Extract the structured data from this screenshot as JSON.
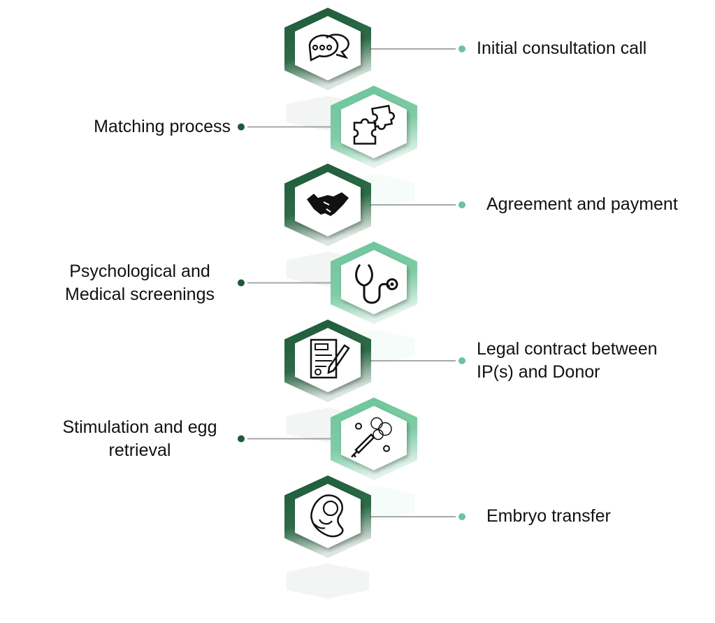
{
  "title": "Egg donation process steps",
  "colors": {
    "dark": "#1d5a37",
    "light": "#6cc49a",
    "line": "#a8a8a8"
  },
  "steps": [
    {
      "label": "Initial consultation call",
      "icon": "chat-bubbles-icon",
      "side": "right",
      "tone": "dark"
    },
    {
      "label": "Matching process",
      "icon": "puzzle-pieces-icon",
      "side": "left",
      "tone": "light"
    },
    {
      "label": "Agreement and payment",
      "icon": "handshake-icon",
      "side": "right",
      "tone": "dark"
    },
    {
      "label": "Psychological and Medical screenings",
      "icon": "stethoscope-icon",
      "side": "left",
      "tone": "light"
    },
    {
      "label": "Legal contract between IP(s) and Donor",
      "icon": "signed-contract-icon",
      "side": "right",
      "tone": "dark"
    },
    {
      "label": "Stimulation and egg retrieval",
      "icon": "syringe-eggs-icon",
      "side": "left",
      "tone": "light"
    },
    {
      "label": "Embryo transfer",
      "icon": "embryo-icon",
      "side": "right",
      "tone": "dark"
    }
  ]
}
